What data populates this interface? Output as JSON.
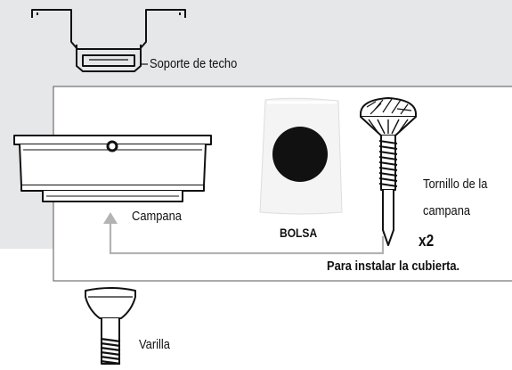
{
  "colors": {
    "panel_gray": "#e6e7e9",
    "line": "#111111",
    "arrow_gray": "#b3b3b3",
    "bag_fill": "#f4f4f4"
  },
  "labels": {
    "ceiling_bracket": "Soporte de techo",
    "canopy": "Campana",
    "bag": "BOLSA",
    "screw_line1": "Tornillo de la",
    "screw_line2": "campana",
    "quantity": "x2",
    "purpose": "Para instalar la cubierta.",
    "rod": "Varilla"
  },
  "icons": [
    "ceiling-bracket-icon",
    "canopy-icon",
    "bag-icon",
    "canopy-screw-icon",
    "rod-icon",
    "arrow-up-icon"
  ]
}
